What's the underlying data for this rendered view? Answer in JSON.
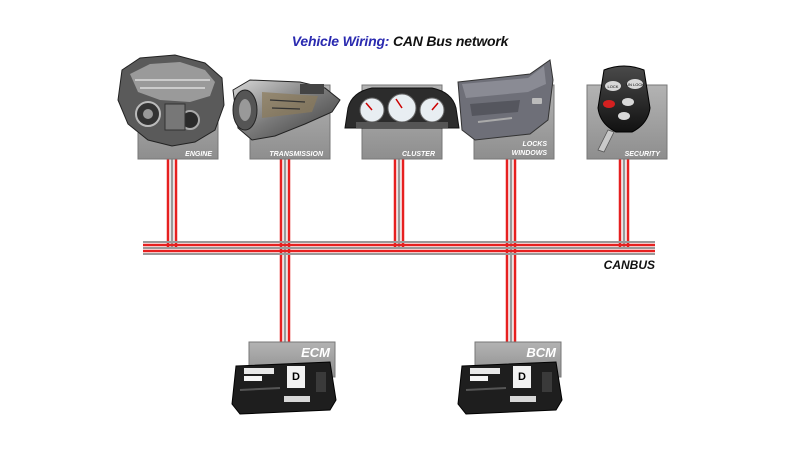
{
  "title": {
    "part1": "Vehicle Wiring:",
    "part2": " CAN Bus network"
  },
  "bus_label": "CANBUS",
  "modules": [
    {
      "id": "engine",
      "label": "ENGINE",
      "icon": "engine-icon"
    },
    {
      "id": "transmission",
      "label": "TRANSMISSION",
      "icon": "transmission-icon"
    },
    {
      "id": "cluster",
      "label": "CLUSTER",
      "icon": "instrument-cluster-icon"
    },
    {
      "id": "locks",
      "label_line1": "LOCKS",
      "label_line2": "WINDOWS",
      "icon": "car-door-icon"
    },
    {
      "id": "security",
      "label": "SECURITY",
      "icon": "key-fob-icon"
    }
  ],
  "controllers": [
    {
      "id": "ecm",
      "label": "ECM",
      "chip": "D",
      "icon": "control-module-icon"
    },
    {
      "id": "bcm",
      "label": "BCM",
      "chip": "D",
      "icon": "control-module-icon"
    }
  ],
  "key_fob_buttons": [
    "LOCK",
    "UN LOCK"
  ],
  "colors": {
    "wire_red": "#e62020",
    "wire_gray": "#9a9a9a",
    "box_gray": "#9c9c9c",
    "title_blue": "#2a2ab0"
  }
}
